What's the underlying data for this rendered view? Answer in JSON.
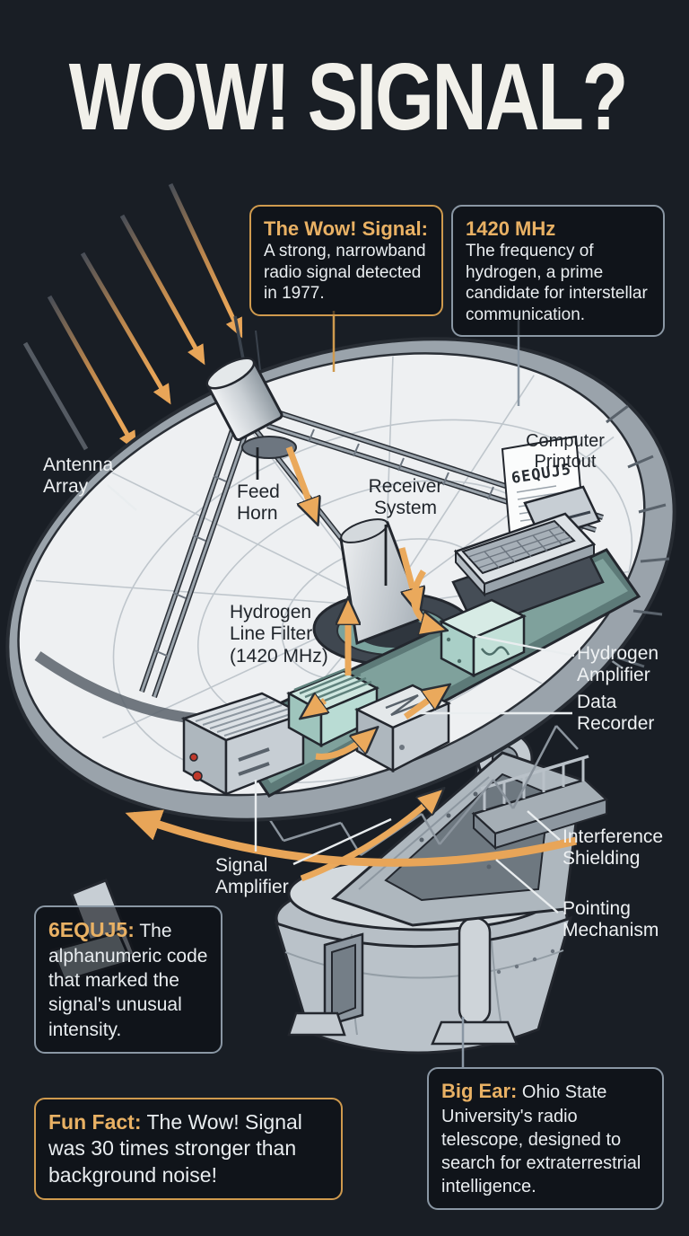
{
  "title": "WOW! SIGNAL?",
  "callouts": {
    "wow_signal": {
      "heading": "The Wow! Signal:",
      "body": "A strong, narrowband radio signal detected in 1977."
    },
    "frequency": {
      "heading": "1420 MHz",
      "body": "The frequency of hydrogen, a prime candidate for interstellar communication."
    },
    "code": {
      "heading": "6EQUJ5:",
      "body": "The alphanumeric code that marked the signal's unusual intensity."
    },
    "fun_fact": {
      "heading": "Fun Fact:",
      "body": "The Wow! Signal was 30 times stronger than background noise!"
    },
    "big_ear": {
      "heading": "Big Ear:",
      "body": "Ohio State University's radio telescope, designed to search for extraterrestrial intelligence."
    }
  },
  "labels": {
    "antenna_array": "Antenna Array",
    "feed_horn": "Feed Horn",
    "receiver_system": "Receiver System",
    "computer_printout": "Computer Printout",
    "hydrogen_line_filter": "Hydrogen Line Filter",
    "hydrogen_line_filter_sub": "(1420 MHz)",
    "hydrogen_amplifier": "Hydrogen Amplifier",
    "data_recorder": "Data Recorder",
    "interference_shielding": "Interference Shielding",
    "pointing_mechanism": "Pointing Mechanism",
    "signal_amplifier": "Signal Amplifier",
    "printout_code": "6EQUJ5"
  },
  "colors": {
    "background": "#191e25",
    "accent_orange": "#e8a558",
    "heading_orange": "#e9b164",
    "orange_border": "#cf9a4e",
    "gray_border": "#8a97a4",
    "dish_white": "#eef0f2",
    "teal_equipment": "#7fa19c"
  }
}
